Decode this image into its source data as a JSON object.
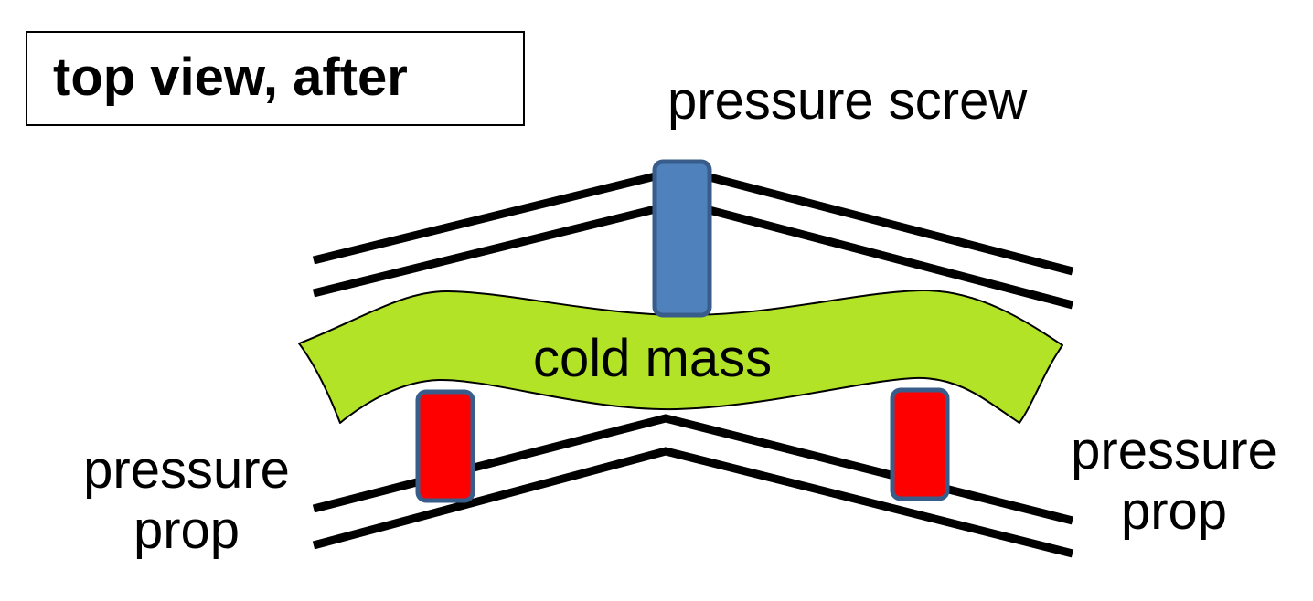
{
  "title": "top view, after",
  "labels": {
    "pressure_screw": "pressure screw",
    "cold_mass": "cold mass",
    "prop_left": {
      "line1": "pressure",
      "line2": "prop"
    },
    "prop_right": {
      "line1": "pressure",
      "line2": "prop"
    }
  },
  "colors": {
    "cold_mass_fill": "#b2e327",
    "screw_fill": "#4f81bd",
    "prop_fill": "#ff0000",
    "component_border": "#385d8a",
    "walls": "#000000"
  }
}
